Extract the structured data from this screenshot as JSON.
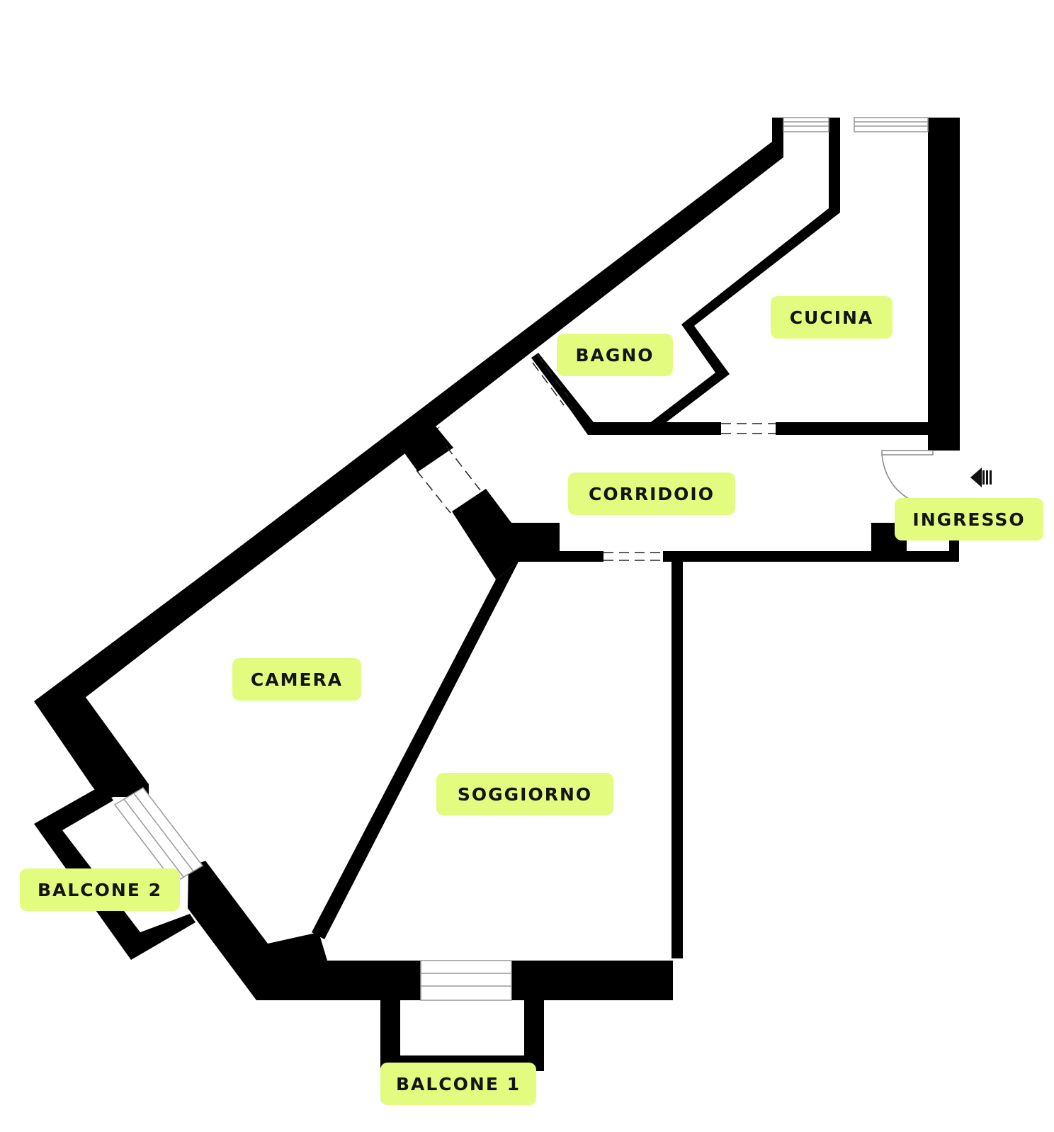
{
  "floor_plan": {
    "rooms": [
      {
        "id": "cucina",
        "label": "CUCINA"
      },
      {
        "id": "bagno",
        "label": "BAGNO"
      },
      {
        "id": "corridoio",
        "label": "CORRIDOIO"
      },
      {
        "id": "ingresso",
        "label": "INGRESSO"
      },
      {
        "id": "camera",
        "label": "CAMERA"
      },
      {
        "id": "soggiorno",
        "label": "SOGGIORNO"
      },
      {
        "id": "balcone_2",
        "label": "BALCONE 2"
      },
      {
        "id": "balcone_1",
        "label": "BALCONE 1"
      }
    ],
    "label_color": "#e3fc7f",
    "wall_color": "#000000",
    "entrance_icon": "entrance-arrow-icon"
  }
}
